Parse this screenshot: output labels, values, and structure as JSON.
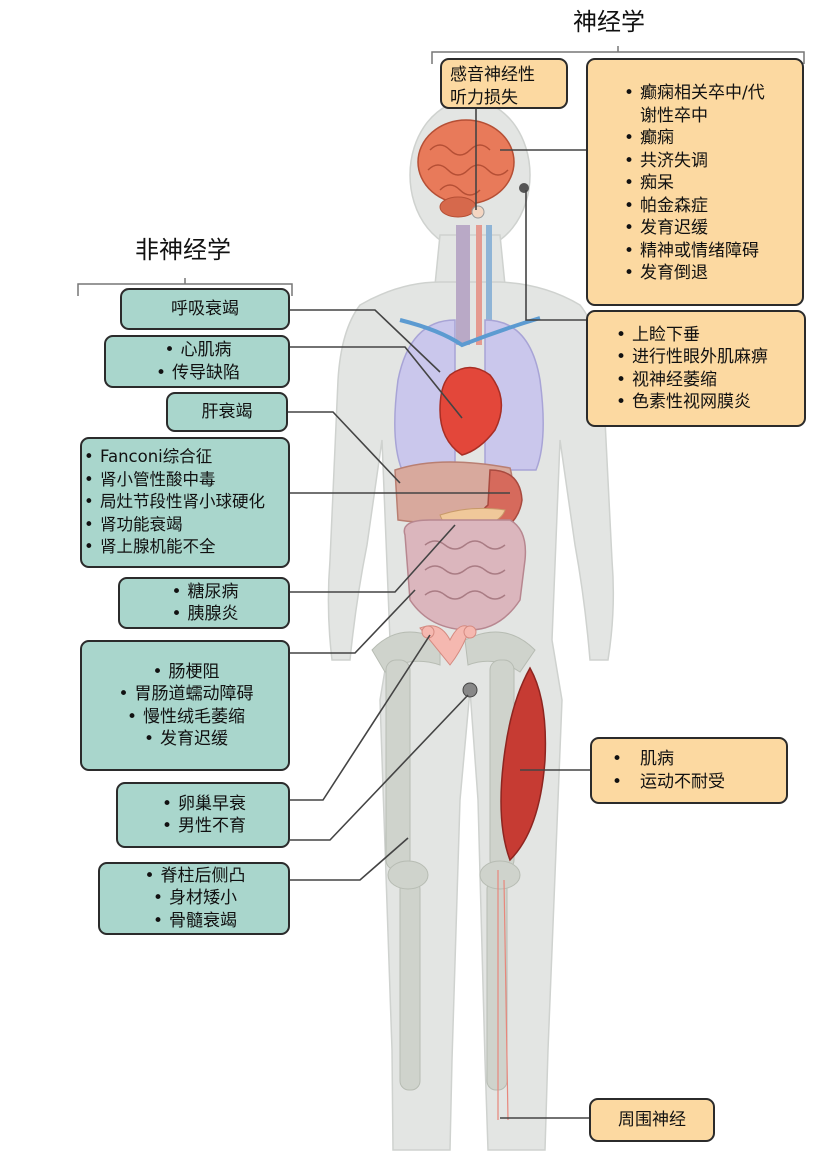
{
  "headings": {
    "neuro": "神经学",
    "non_neuro": "非神经学"
  },
  "neuro_boxes": {
    "hearing": {
      "lines": [
        "感音神经性",
        "听力损失"
      ]
    },
    "brain": {
      "items": [
        "癫痫相关卒中/代",
        "谢性卒中",
        "癫痫",
        "共济失调",
        "痴呆",
        "帕金森症",
        "发育迟缓",
        "精神或情绪障碍",
        "发育倒退"
      ]
    },
    "eye": {
      "items": [
        "上睑下垂",
        "进行性眼外肌麻痹",
        "视神经萎缩",
        "色素性视网膜炎"
      ]
    },
    "muscle": {
      "items": [
        "肌病",
        "运动不耐受"
      ]
    },
    "nerve": {
      "label": "周围神经"
    }
  },
  "non_neuro_boxes": {
    "respiratory": {
      "label": "呼吸衰竭"
    },
    "heart": {
      "items": [
        "心肌病",
        "传导缺陷"
      ]
    },
    "liver": {
      "label": "肝衰竭"
    },
    "kidney": {
      "items": [
        "Fanconi综合征",
        "肾小管性酸中毒",
        "局灶节段性肾小球硬化",
        "肾功能衰竭",
        "肾上腺机能不全"
      ]
    },
    "pancreas": {
      "items": [
        "糖尿病",
        "胰腺炎"
      ]
    },
    "gut": {
      "items": [
        "肠梗阻",
        "胃肠道蠕动障碍",
        "慢性绒毛萎缩",
        "发育迟缓"
      ]
    },
    "gonad": {
      "items": [
        "卵巢早衰",
        "男性不育"
      ]
    },
    "bone": {
      "items": [
        "脊柱后侧凸",
        "身材矮小",
        "骨髓衰竭"
      ]
    }
  },
  "colors": {
    "teal_box": "#a9d6cc",
    "orange_box": "#fcd9a1",
    "border": "#2b2b2b",
    "body": "#e4e6e4",
    "organ_red": "#e0473a",
    "lung": "#c9c6ea",
    "liver": "#d9a79b"
  }
}
